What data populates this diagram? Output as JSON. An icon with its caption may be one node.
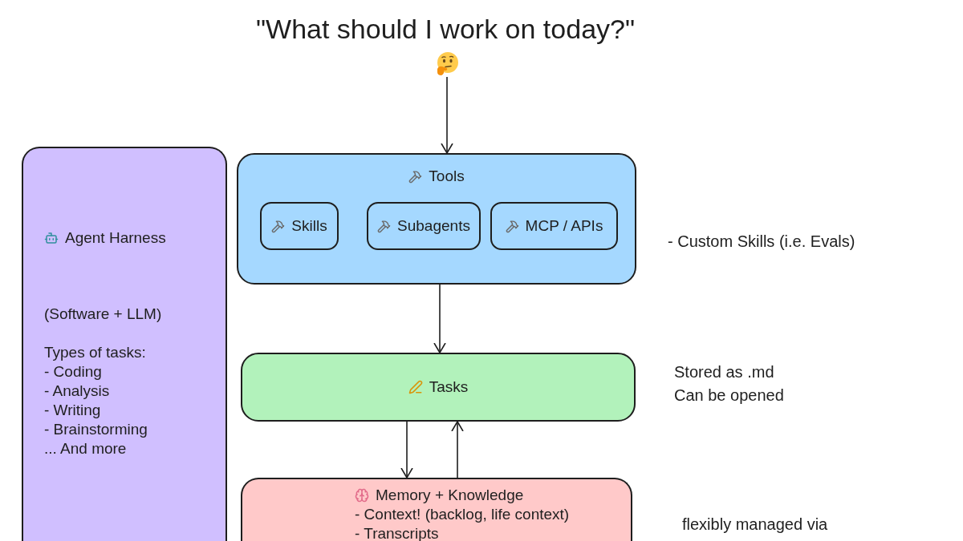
{
  "diagram": {
    "title": "\"What should I work on today?\"",
    "nodes": [
      {
        "text": [],
        "shape": "picture"
      },
      {
        "text": [
          "Agent Harness",
          "(Software + LLM)",
          "Types of tasks:",
          "- Coding",
          "- Analysis",
          "- Writing",
          "- Brainstorming",
          "... And more"
        ]
      },
      {
        "text": [
          "Tools"
        ]
      },
      {
        "text": [
          "Skills"
        ],
        "in": 2
      },
      {
        "text": [
          "Subagents"
        ],
        "in": 2
      },
      {
        "text": [
          "MCP / APIs"
        ],
        "in": 2
      },
      {
        "text": [
          "Tasks"
        ]
      },
      {
        "text": [
          "Memory + Knowledge",
          "- Context! (backlog, life context)",
          "- Transcripts"
        ]
      }
    ],
    "edges": [
      {
        "from": 0,
        "to": 2,
        "arrow": "to"
      },
      {
        "from": 2,
        "to": 6,
        "arrow": "to"
      },
      {
        "from": 6,
        "to": 7,
        "arrow": "to"
      },
      {
        "from": 7,
        "to": 6,
        "arrow": "to"
      }
    ],
    "labels": [
      "- Custom Skills (i.e. Evals)",
      "Stored as .md",
      "Can be opened",
      "flexibly managed via"
    ]
  }
}
